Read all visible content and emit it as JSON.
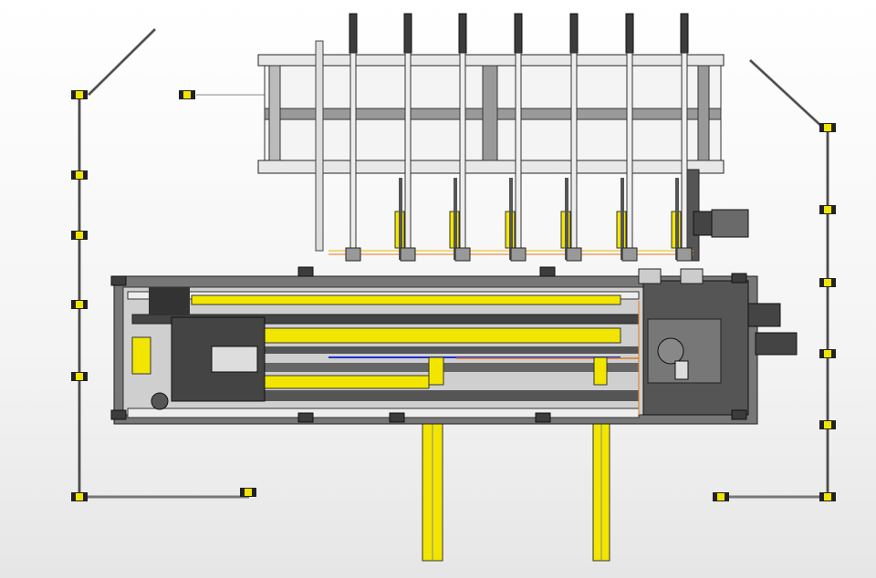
{
  "colors": {
    "frame_dark": "#3c3c3c",
    "frame_mid": "#8a8a8a",
    "frame_light": "#d8d8d8",
    "accent_yellow": "#f2e600",
    "accent_orange": "#e07a1a",
    "accent_blue": "#2030d0",
    "outline": "#222222"
  },
  "parts": {
    "upper_gantry": {
      "posts": 7,
      "grippers": 7
    },
    "lower_conveyor": {
      "yellow_legs": 2
    },
    "safety_fence": {
      "sides": 2
    }
  }
}
